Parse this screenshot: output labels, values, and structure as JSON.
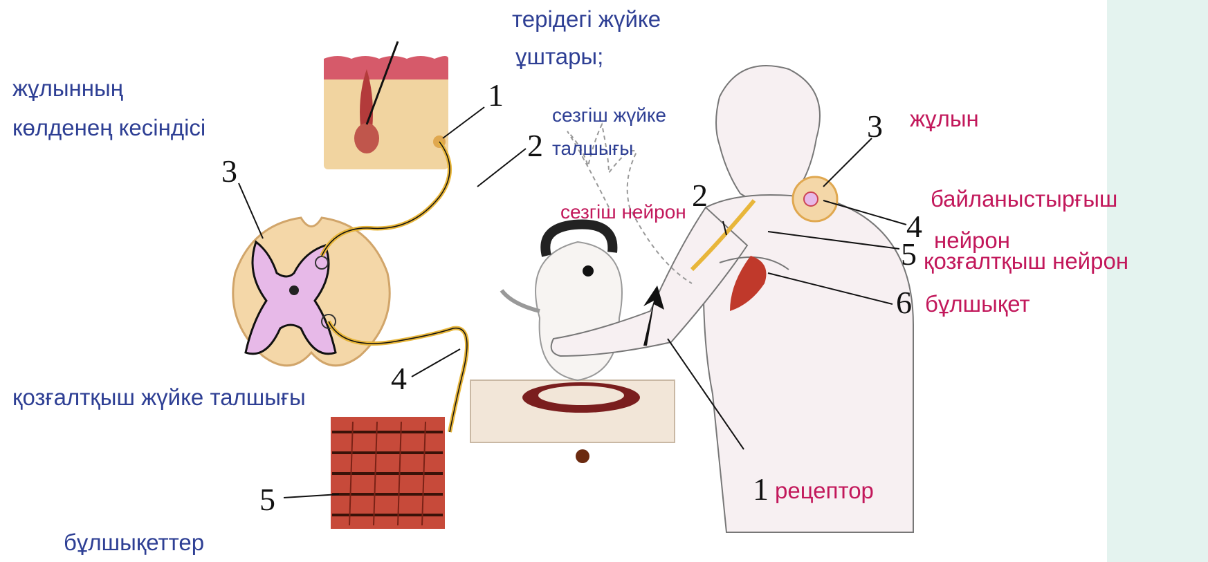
{
  "labels": {
    "skin_nerve_endings_line1": "терідегі жүйке",
    "skin_nerve_endings_line2": "ұштары;",
    "cross_section_line1": "жұлынның",
    "cross_section_line2": "көлденең кесіндісі",
    "sensory_fiber_line1": "сезгіш жүйке",
    "sensory_fiber_line2": "талшығы",
    "sensory_neuron": "сезгіш нейрон",
    "spinal_cord": "жұлын",
    "interneuron_line1": "байланыстырғыш",
    "interneuron_line2": "нейрон",
    "motor_neuron": "қозғалтқыш нейрон",
    "muscle": "бұлшықет",
    "motor_fiber": "қозғалтқыш жүйке талшығы",
    "receptor": "рецептор",
    "muscles": "бұлшықеттер"
  },
  "numbers": {
    "left_1": "1",
    "left_2": "2",
    "left_3": "3",
    "left_4": "4",
    "left_5": "5",
    "right_1": "1",
    "right_2": "2",
    "right_3": "3",
    "right_4": "4",
    "right_5": "5",
    "right_6": "6"
  },
  "colors": {
    "background": "#e4f3ef",
    "label_blue": "#2e3f94",
    "label_pink": "#c2185b",
    "nerve_fiber": "#e8b63a",
    "spinal_grey_matter": "#e7b9e8",
    "spinal_white_matter": "#f4d7a8",
    "muscle": "#c0392b",
    "skin": "#f1d4a0"
  }
}
